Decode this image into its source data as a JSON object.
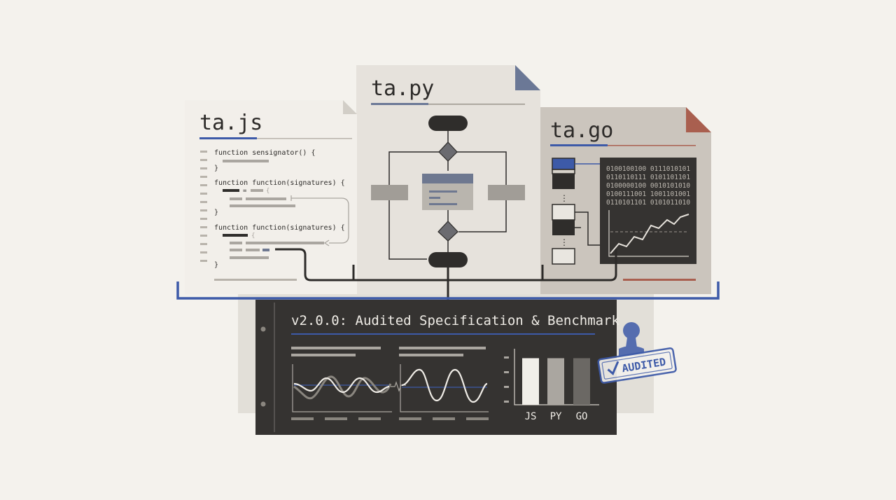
{
  "files": {
    "js": {
      "name": "ta.js",
      "code": [
        "function sensignator() {",
        "}",
        "function function(signatures) {",
        "}",
        "function function(signatures) {",
        "}"
      ],
      "inline_eq": "=",
      "brace_open": "{"
    },
    "py": {
      "name": "ta.py"
    },
    "go": {
      "name": "ta.go",
      "binary": [
        "0100100100 0111010101",
        "0110110111 0101101101",
        "0100000100 0010101010",
        "0100111001 1001101001",
        "0110101101 0101011010"
      ]
    }
  },
  "report": {
    "title": "v2.0.0: Audited Specification & Benchmark"
  },
  "stamp": {
    "text": "AUDITED"
  },
  "chart_data": {
    "type": "bar",
    "categories": [
      "JS",
      "PY",
      "GO"
    ],
    "values": [
      0.95,
      0.95,
      0.95
    ],
    "colors": [
      "#f1efe9",
      "#aaa6a0",
      "#6b6864"
    ]
  },
  "colors": {
    "background": "#f4f2ed",
    "accent_blue": "#3d5aa8",
    "accent_red": "#b06a5a",
    "dark_panel": "#353331"
  }
}
